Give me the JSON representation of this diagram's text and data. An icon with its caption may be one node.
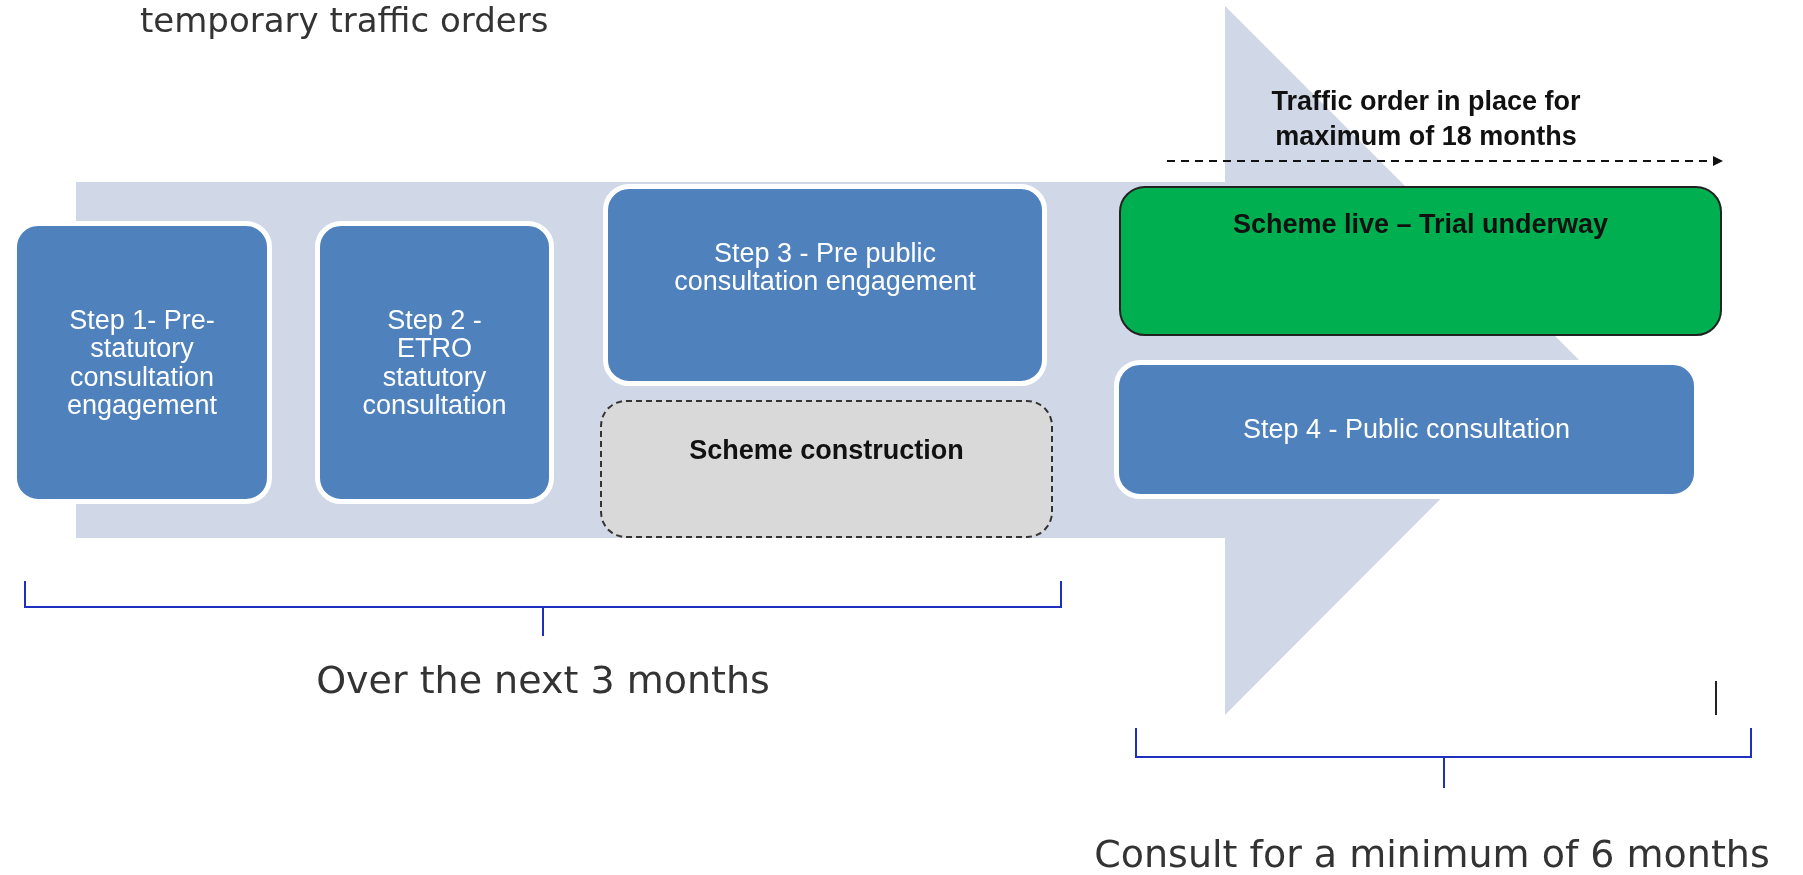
{
  "diagram": {
    "nodes": [
      {
        "text": [
          "Step 1- Pre-statutory consultation engagement"
        ]
      },
      {
        "text": [
          "Step 2 - ETRO statutory consultation"
        ]
      },
      {
        "text": [
          "Step 3 - Pre public consultation engagement"
        ]
      },
      {
        "text": [
          "Scheme construction"
        ]
      },
      {
        "text": [
          "Scheme live – Trial underway"
        ]
      },
      {
        "text": [
          "Step 4 - Public consultation"
        ]
      }
    ],
    "edges": [
      {
        "from": 0,
        "to": 5,
        "arrow": "to"
      }
    ],
    "labels": [
      "temporary traffic orders",
      "Traffic order in place for maximum of 18 months",
      "Over the next 3 months",
      "Consult for a minimum of 6 months"
    ]
  }
}
